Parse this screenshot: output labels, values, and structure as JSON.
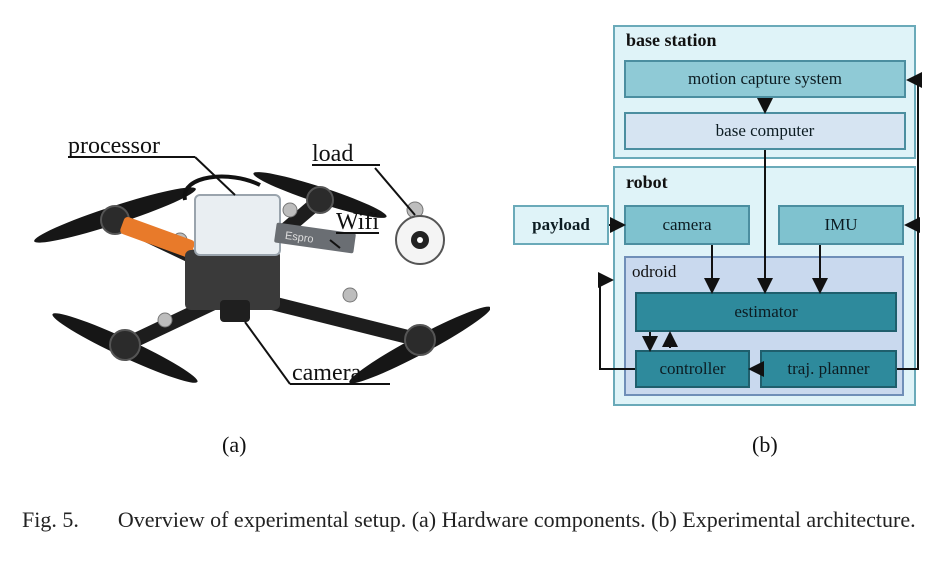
{
  "figure_a": {
    "labels": {
      "processor": "processor",
      "load": "load",
      "wifi": "Wifi",
      "camera": "camera",
      "wifi_module_text": "Espro"
    },
    "sublabel": "(a)"
  },
  "figure_b": {
    "base_station": {
      "title": "base station",
      "motion_capture": "motion capture system",
      "base_computer": "base computer"
    },
    "robot": {
      "title": "robot",
      "camera": "camera",
      "imu": "IMU",
      "odroid": {
        "title": "odroid",
        "estimator": "estimator",
        "controller": "controller",
        "traj_planner": "traj. planner"
      }
    },
    "payload": "payload",
    "sublabel": "(b)",
    "colors": {
      "outer_fill": "#dff3f8",
      "motion_capture_fill": "#8fcad6",
      "light_box_fill": "#d6e4f2",
      "camera_imu_fill": "#7fc2cf",
      "estimator_fill": "#2e8a9c",
      "border": "#4b8ea0"
    }
  },
  "caption": {
    "label": "Fig. 5.",
    "text": "Overview of experimental setup. (a) Hardware components. (b) Experimental architecture."
  }
}
